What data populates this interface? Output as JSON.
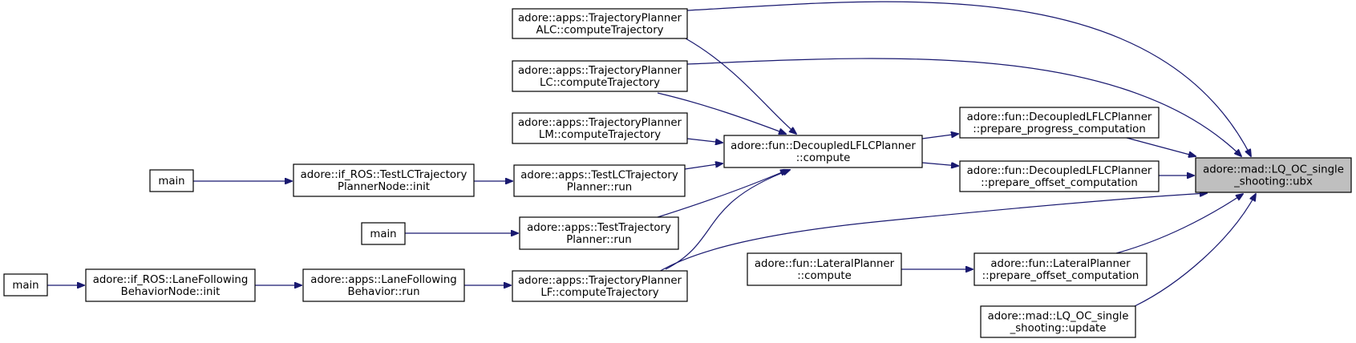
{
  "diagram": {
    "type": "call-graph",
    "colors": {
      "edge": "#191970",
      "focus_fill": "#bfbfbf",
      "node_fill": "#ffffff",
      "node_border": "#000000"
    },
    "nodes": [
      {
        "id": "ubx",
        "lines": [
          "adore::mad::LQ_OC_single",
          "_shooting::ubx"
        ],
        "focus": true
      },
      {
        "id": "alc",
        "lines": [
          "adore::apps::TrajectoryPlanner",
          "ALC::computeTrajectory"
        ]
      },
      {
        "id": "lc",
        "lines": [
          "adore::apps::TrajectoryPlanner",
          "LC::computeTrajectory"
        ]
      },
      {
        "id": "lm",
        "lines": [
          "adore::apps::TrajectoryPlanner",
          "LM::computeTrajectory"
        ]
      },
      {
        "id": "dcompute",
        "lines": [
          "adore::fun::DecoupledLFLCPlanner",
          "::compute"
        ]
      },
      {
        "id": "progress",
        "lines": [
          "adore::fun::DecoupledLFLCPlanner",
          "::prepare_progress_computation"
        ]
      },
      {
        "id": "offset",
        "lines": [
          "adore::fun::DecoupledLFLCPlanner",
          "::prepare_offset_computation"
        ]
      },
      {
        "id": "main1",
        "lines": [
          "main"
        ]
      },
      {
        "id": "tlcinit",
        "lines": [
          "adore::if_ROS::TestLCTrajectory",
          "PlannerNode::init"
        ]
      },
      {
        "id": "tlcrun",
        "lines": [
          "adore::apps::TestLCTrajectory",
          "Planner::run"
        ]
      },
      {
        "id": "main2",
        "lines": [
          "main"
        ]
      },
      {
        "id": "ttprun",
        "lines": [
          "adore::apps::TestTrajectory",
          "Planner::run"
        ]
      },
      {
        "id": "lpcompute",
        "lines": [
          "adore::fun::LateralPlanner",
          "::compute"
        ]
      },
      {
        "id": "lpoffset",
        "lines": [
          "adore::fun::LateralPlanner",
          "::prepare_offset_computation"
        ]
      },
      {
        "id": "main3",
        "lines": [
          "main"
        ]
      },
      {
        "id": "lfbinit",
        "lines": [
          "adore::if_ROS::LaneFollowing",
          "BehaviorNode::init"
        ]
      },
      {
        "id": "lfbrun",
        "lines": [
          "adore::apps::LaneFollowing",
          "Behavior::run"
        ]
      },
      {
        "id": "lf",
        "lines": [
          "adore::apps::TrajectoryPlanner",
          "LF::computeTrajectory"
        ]
      },
      {
        "id": "update",
        "lines": [
          "adore::mad::LQ_OC_single",
          "_shooting::update"
        ]
      }
    ]
  }
}
